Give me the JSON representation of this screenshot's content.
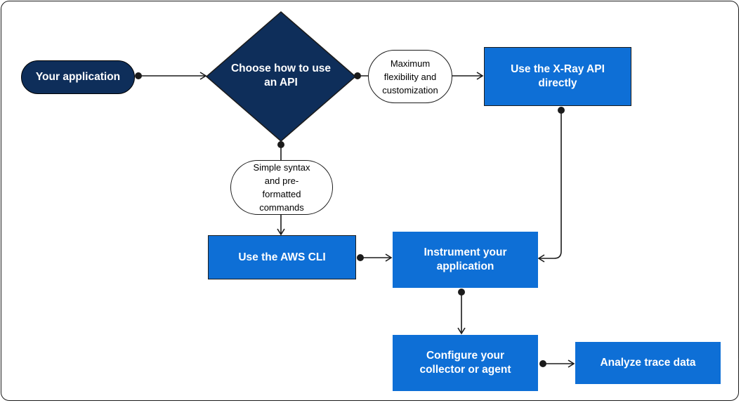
{
  "nodes": {
    "your_application": "Your application",
    "choose_api": "Choose how to use an API",
    "xray_api": "Use the X-Ray API directly",
    "aws_cli": "Use the AWS CLI",
    "instrument": "Instrument your application",
    "configure": "Configure your collector or agent",
    "analyze": "Analyze trace data"
  },
  "edge_labels": {
    "flexibility": "Maximum flexibility and customization",
    "simple": "Simple syntax and pre-formatted commands"
  },
  "colors": {
    "dark_navy": "#0e2e5a",
    "blue": "#0e6fd6",
    "line": "#1b1b1b"
  }
}
